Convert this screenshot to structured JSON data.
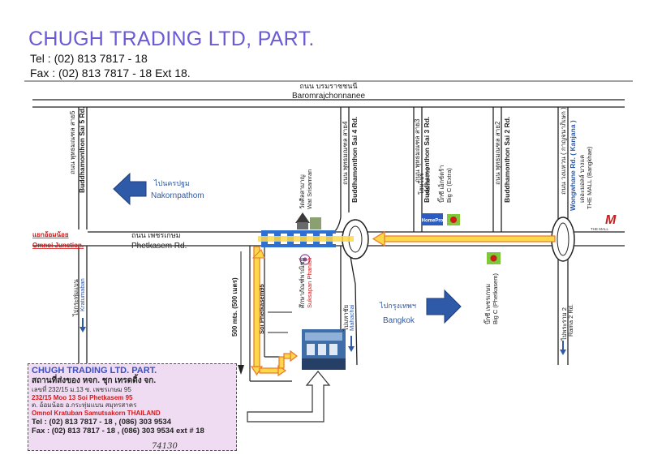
{
  "header": {
    "company": "CHUGH TRADING LTD, PART.",
    "tel": "Tel : (02) 813 7817 - 18",
    "fax": "Fax : (02) 813 7817 - 18 Ext 18."
  },
  "roads": {
    "top_th": "ถนน บรมราชชนนี",
    "top_en": "Baromrajchonnanee",
    "sai5_th": "ถนน พุทธมณฑล สาย5",
    "sai5_en": "Buddhamonthon Sai 5 Rd.",
    "sai4_th": "ถนน พุทธมณฑล สาย4",
    "sai4_en": "Buddhamonthon Sai 4 Rd.",
    "sai3_th": "ถนน พุทธมณฑล สาย3",
    "sai3_en": "Buddhamonthon Sai 3 Rd.",
    "sai2_th": "ถนน พุทธมณฑล สาย2",
    "sai2_en": "Buddhamonthon Sai 2 Rd.",
    "kanjana_th": "ถนน วงแหวน ( กาญจนาภิเษก )",
    "kanjana_en": "Wongwhane Rd. ( Kanjana )",
    "phet_th": "ถนน เพชรเกษม",
    "phet_en": "Phetkasem Rd.",
    "soi_th": "ซ. เพชรเกษม 95",
    "soi_en": "Soi Phetkasem95"
  },
  "places": {
    "nakorn_th": "ไปนครปฐม",
    "nakorn_en": "Nakornpathom",
    "bangkok_th": "ไปกรุงเทพฯ",
    "bangkok_en": "Bangkok",
    "omnoi_th": "แยกอ้อมน้อย",
    "omnoi_en": "Omnoi Junction.",
    "kratum_th": "ไปกระทุ่มแบน",
    "kratum_en": "Kratumaban",
    "mahachai_th": "ไปมหาชัย",
    "mahachai_en": "Mahachai",
    "rama2_th": "ไปพระราม 2",
    "rama2_en": "Rama 2 Rd.",
    "wat_th": "วัดศีลสามาญ",
    "wat_en": "Wat Srisamran",
    "school_th": "ศึกษาภัณฑ์พาณิชย์",
    "school_en": "Suksapan Phanich",
    "homepro_th": "โฮมโปร",
    "homepro_en": "Home Pro",
    "homepro_logo": "HomePro",
    "bigcx_th": "บิ๊กซี เอ็กซ์ตร้า",
    "bigcx_en": "Big C (Extra)",
    "bigcp_th": "บิ๊กซี เพชรเกษม",
    "bigcp_en": "Big C (Phetkasem)",
    "mall_th": "เดอะมอลล์ บางแค",
    "mall_en": "THE MALL (Bangkhae)",
    "mall_logo": "M",
    "mall_logo_sub": "THE MALL",
    "dist_label": "500 mts. (500 เมตร)"
  },
  "info": {
    "title": "CHUGH TRADING LTD. PART.",
    "th_name": "สถานที่ส่งของ หจก. ชุก เทรดดิ้ง จก.",
    "addr_th1": "เลขที่ 232/15 ม.13 ซ. เพชรเกษม 95",
    "addr_en1": "232/15 Moo 13 Soi Phetkasem 95",
    "addr_th2": "ต. อ้อมน้อย อ.กระทุ่มแบน สมุทรสาคร",
    "addr_en2": "Omnol Kratuban Samutsakorn THAILAND",
    "tel": "Tel : (02) 813 7817 - 18 , (086) 303 9534",
    "fax": "Fax : (02) 813 7817 - 18 , (086) 303 9534 ext # 18",
    "handwritten": "74130"
  },
  "colors": {
    "road_line": "#222222",
    "arrow_blue": "#2f5aa8",
    "route_yellow": "#ffd84a",
    "route_orange": "#e8772a",
    "crossing_blue": "#2f6fd0",
    "title_purple": "#6a5ad6",
    "info_bg": "#f0dcf2",
    "red_text": "#d01a1a"
  }
}
